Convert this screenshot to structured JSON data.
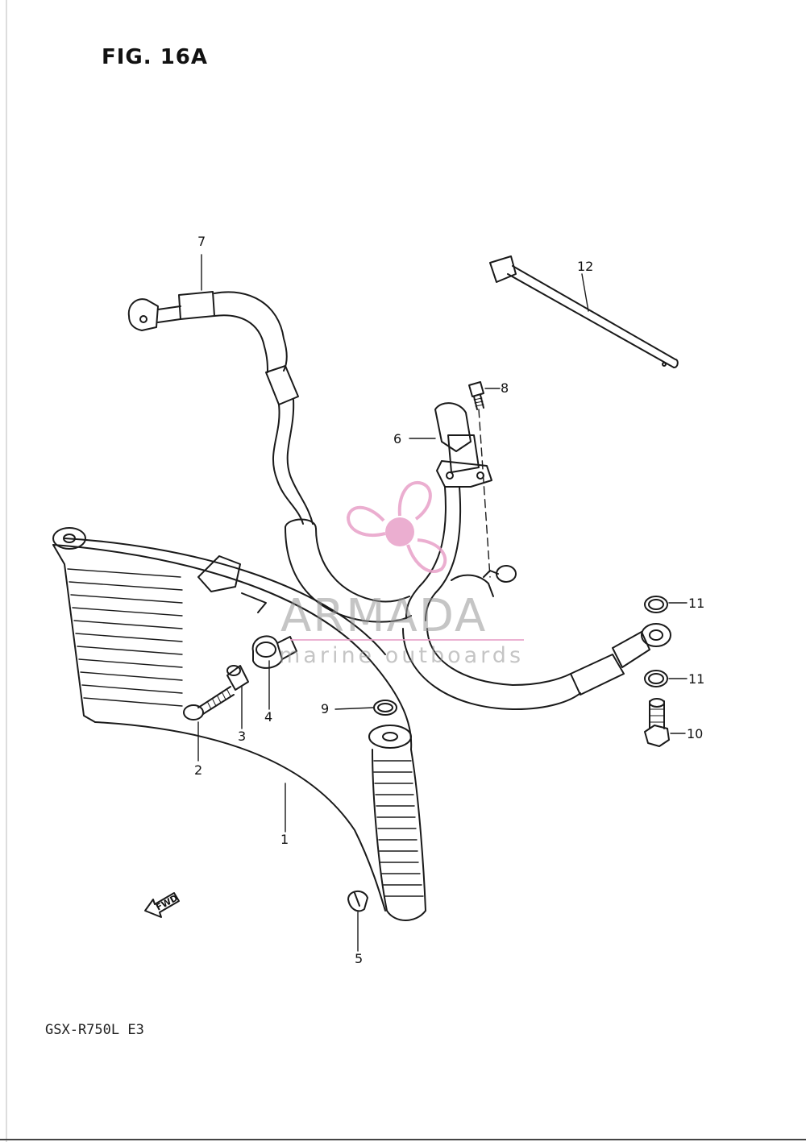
{
  "figure": {
    "title": "FIG. 16A",
    "model": "GSX-R750L  E3"
  },
  "direction_label": "FWD",
  "watermark": {
    "brand": "ARMADA",
    "tagline": "marine outboards",
    "logo": "propeller-logo-icon",
    "colors": {
      "pink": "#e8a0c8",
      "text": "#999999"
    }
  },
  "callouts": [
    {
      "number": "1"
    },
    {
      "number": "2"
    },
    {
      "number": "3"
    },
    {
      "number": "4"
    },
    {
      "number": "5"
    },
    {
      "number": "6"
    },
    {
      "number": "7"
    },
    {
      "number": "8"
    },
    {
      "number": "9"
    },
    {
      "number": "10"
    },
    {
      "number": "11"
    },
    {
      "number": "11"
    },
    {
      "number": "12"
    }
  ]
}
